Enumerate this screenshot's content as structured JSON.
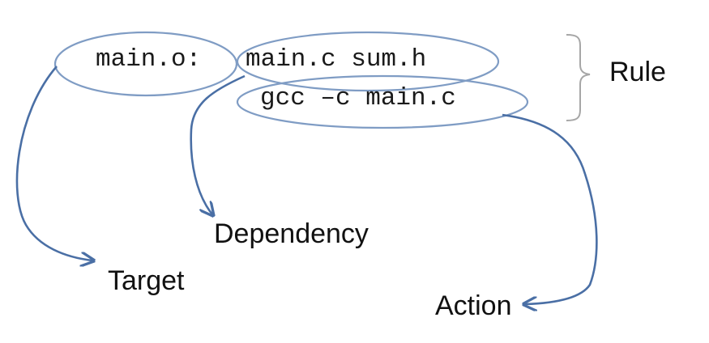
{
  "code": {
    "target": "main.o:",
    "dependencies": "main.c sum.h",
    "command": "gcc –c main.c"
  },
  "labels": {
    "rule": "Rule",
    "dependency": "Dependency",
    "target": "Target",
    "action": "Action"
  },
  "colors": {
    "ellipse_stroke": "#7f9cc4",
    "arrow_stroke": "#4a6fa5",
    "brace_stroke": "#a6a6a6",
    "text": "#111111"
  }
}
